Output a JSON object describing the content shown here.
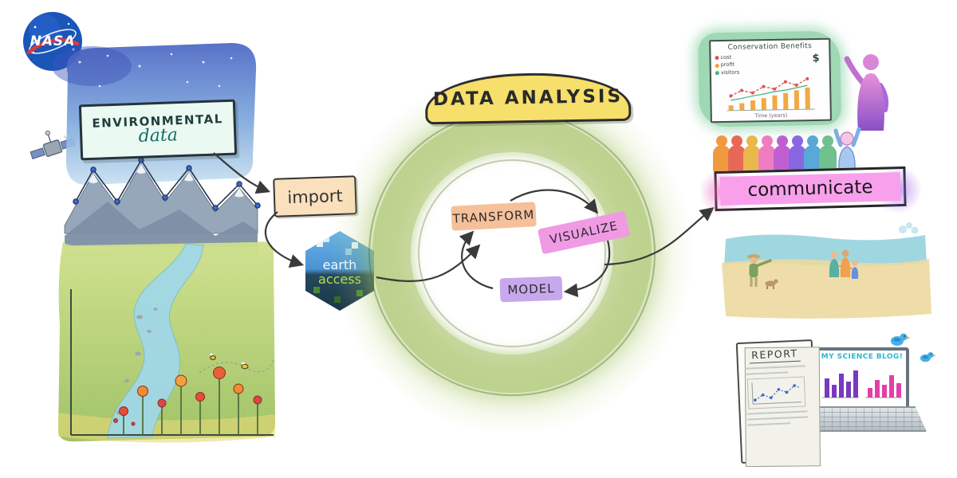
{
  "nasa": {
    "label": "NASA"
  },
  "environmental": {
    "line1": "ENVIRONMENTAL",
    "line2": "data"
  },
  "flow": {
    "import": "import",
    "communicate": "communicate"
  },
  "earthaccess": {
    "line1": "earth",
    "line2": "access"
  },
  "analysis": {
    "title": "DATA ANALYSIS",
    "steps": {
      "transform": "TRANSFORM",
      "visualize": "VISUALIZE",
      "model": "MODEL"
    }
  },
  "conservation": {
    "title": "Conservation Benefits",
    "legend": [
      {
        "label": "cost",
        "color": "#e05555"
      },
      {
        "label": "profit",
        "color": "#f0a030"
      },
      {
        "label": "visitors",
        "color": "#45b080"
      }
    ],
    "dollar": "$",
    "xlabel": "Time (years)",
    "chart": {
      "type": "line+bar",
      "x": [
        1,
        2,
        3,
        4,
        5,
        6,
        7,
        8
      ],
      "cost": [
        3,
        4.2,
        3.6,
        5,
        4.4,
        6,
        5.2,
        6.6
      ],
      "profit": [
        1,
        1.4,
        1.9,
        2.3,
        2.8,
        3.2,
        3.7,
        4.2
      ],
      "visitors": [
        2,
        2.4,
        2.9,
        3.3,
        3.8,
        4.1,
        4.6,
        5.1
      ]
    }
  },
  "report": {
    "title": "REPORT"
  },
  "blog": {
    "title": "MY SCIENCE BLOG!"
  },
  "palette": {
    "ring_green": "#9cba58",
    "banner_yellow": "#f6df6b",
    "transform_orange": "#f6c09a",
    "visualize_pink": "#f09ae4",
    "model_purple": "#c8a8ec",
    "communicate_pink": "#f8a0ec",
    "earthaccess_blue": "#4a92d4",
    "nasa_blue": "#1a55b8"
  }
}
